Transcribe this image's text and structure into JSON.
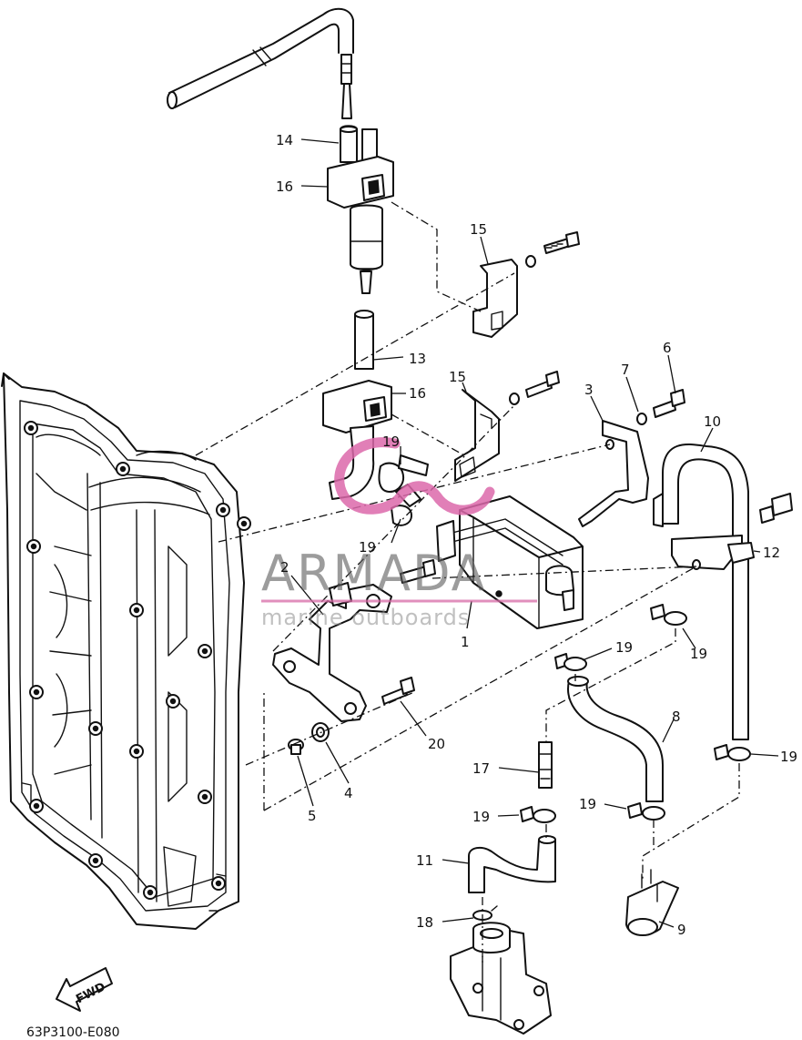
{
  "diagram_code": "63P3100-E080",
  "fwd_label": "FWD",
  "watermark": {
    "brand": "ARMADA",
    "tagline": "marine outboards"
  },
  "callouts": {
    "c1": "1",
    "c2": "2",
    "c3": "3",
    "c4": "4",
    "c5": "5",
    "c6": "6",
    "c7": "7",
    "c8": "8",
    "c9": "9",
    "c10": "10",
    "c11": "11",
    "c12": "12",
    "c13": "13",
    "c14": "14",
    "c15a": "15",
    "c15b": "15",
    "c16a": "16",
    "c16b": "16",
    "c17": "17",
    "c18": "18",
    "c19a": "19",
    "c19b": "19",
    "c19c": "19",
    "c19d": "19",
    "c19e": "19",
    "c19f": "19",
    "c19g": "19",
    "c20": "20"
  },
  "colors": {
    "line": "#111111",
    "watermark_logo": "#dc69aa",
    "watermark_text": "#5f5f5f"
  }
}
